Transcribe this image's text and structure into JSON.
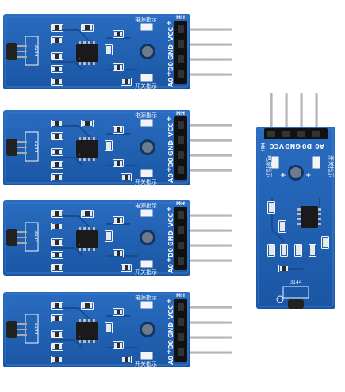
{
  "scene": {
    "board_count_horizontal": 4,
    "board_count_vertical": 1,
    "colors": {
      "background": "#ffffff",
      "pcb": "#1f5fb0",
      "pcb_dark": "#174c92",
      "silkscreen": "#f2f6ff",
      "chip": "#1a1a1a",
      "pin_gold": "#c9c9c9",
      "header_black": "#111111",
      "smd_component": "#e8e8e8",
      "sensor_black": "#222222"
    }
  },
  "labels": {
    "pins": [
      "A0",
      "D0",
      "GND",
      "VCC"
    ],
    "power_indicator": "电源指示",
    "switch_indicator": "开关指示",
    "mh": "MH",
    "sensor_code": "3144",
    "plus": "+"
  }
}
